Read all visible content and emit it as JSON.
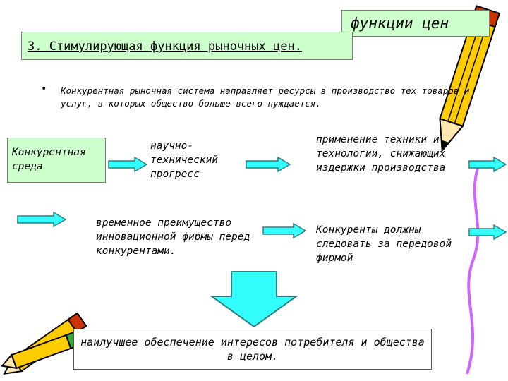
{
  "slide": {
    "topic": "функции цен",
    "title": "3. Стимулирующая функция рыночных цен.",
    "bullet_marker": "•",
    "bullet_text": "Конкурентная рыночная система направляет ресурсы в производство тех товаров и услуг, в которых общество больше всего нуждается.",
    "env_label": "Конкурентная среда",
    "progress_label": "научно-технический прогресс",
    "technology_label": "применение техники и технологии, снижающих издержки производства",
    "advantage_label": "временное преимущество инновационной фирмы перед конкурентами.",
    "competitors_label": "Конкуренты должны следовать за передовой фирмой",
    "result_label": "наилучшее обеспечение интересов потребителя и общества в целом."
  },
  "colors": {
    "green_box": "#ccffcc",
    "arrow_cyan": "#33ffff",
    "arrow_stroke": "#2f7f7f",
    "pencil_yellow": "#ffcc00",
    "pencil_accent": "#cc3300"
  },
  "icons": {
    "arrows": "arrow-right-icon",
    "down_arrow": "arrow-down-icon",
    "decor": [
      "pencil-icon",
      "pencil-icon",
      "pencil-icon"
    ]
  }
}
